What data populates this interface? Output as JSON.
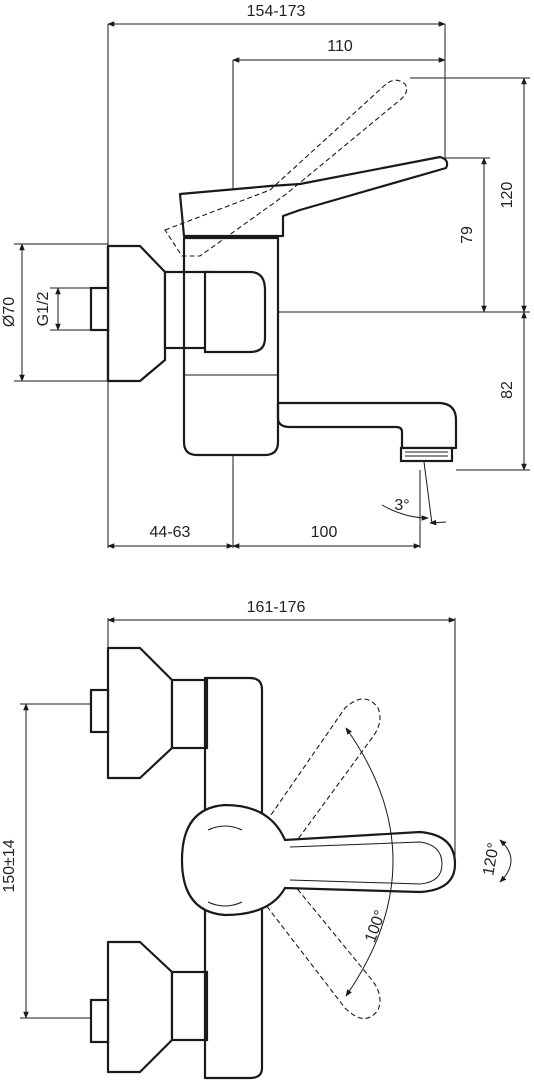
{
  "diagram": {
    "side_view": {
      "dims": {
        "overall_width": "154-173",
        "lever_reach": "110",
        "lever_height_max": "120",
        "lever_height": "79",
        "spout_drop": "82",
        "inlet_diameter": "Ø70",
        "thread": "G1/2",
        "spout_angle": "3°",
        "wall_offset": "44-63",
        "spout_projection": "100"
      }
    },
    "top_view": {
      "dims": {
        "overall_width": "161-176",
        "inlet_centres": "150±14",
        "handle_swing": "100°",
        "rotation": "120°"
      }
    }
  }
}
